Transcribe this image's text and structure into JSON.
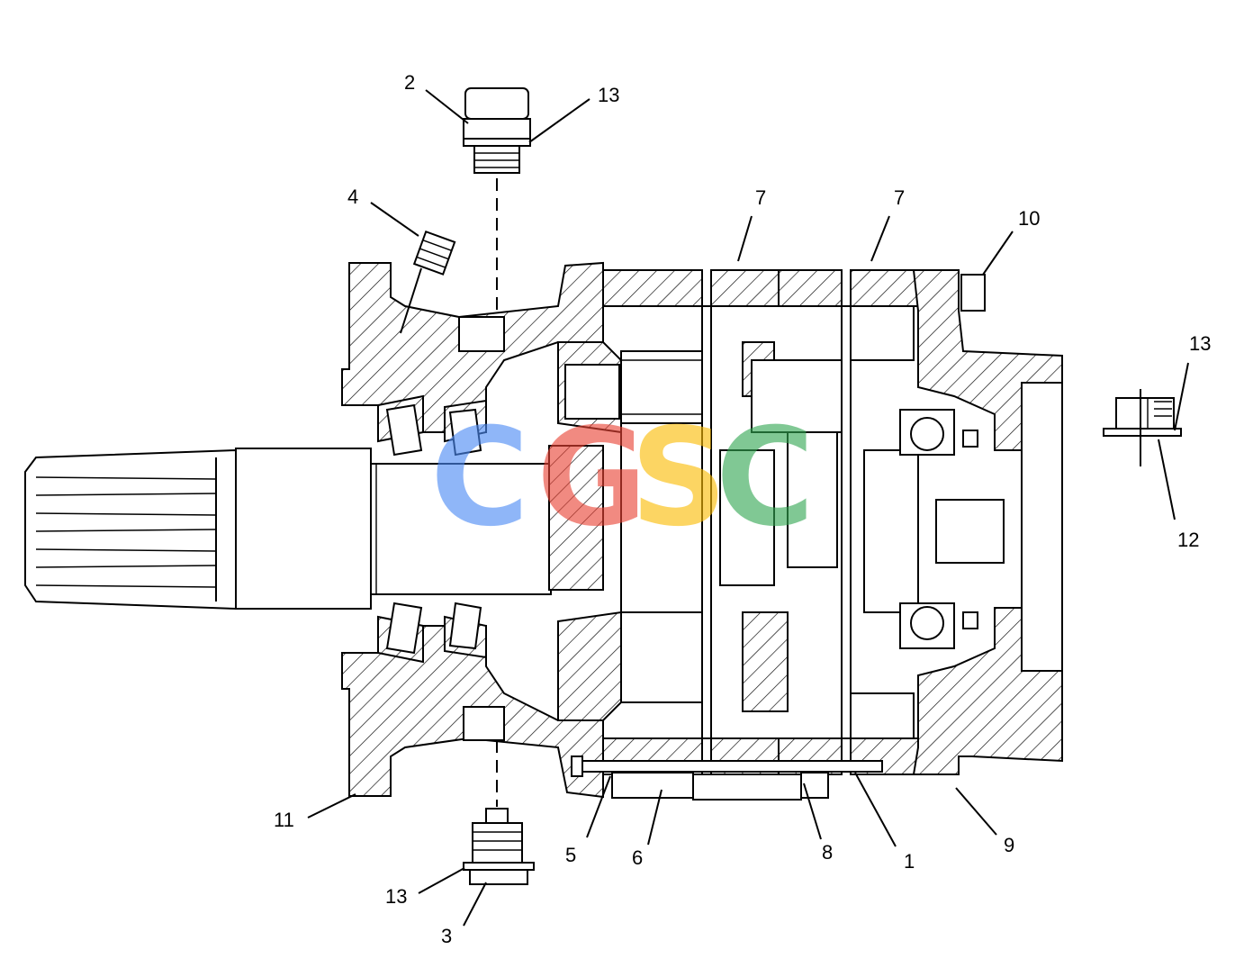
{
  "callouts": {
    "c1": "1",
    "c2": "2",
    "c3": "3",
    "c4": "4",
    "c5": "5",
    "c6": "6",
    "c7a": "7",
    "c7b": "7",
    "c8": "8",
    "c9": "9",
    "c10": "10",
    "c11": "11",
    "c12": "12",
    "c13a": "13",
    "c13b": "13",
    "c13c": "13"
  },
  "watermark": {
    "letters": [
      "C",
      "G",
      "S",
      "C"
    ],
    "colors": [
      "#4c8bf5",
      "#ea4335",
      "#fbbc05",
      "#34a853"
    ]
  }
}
